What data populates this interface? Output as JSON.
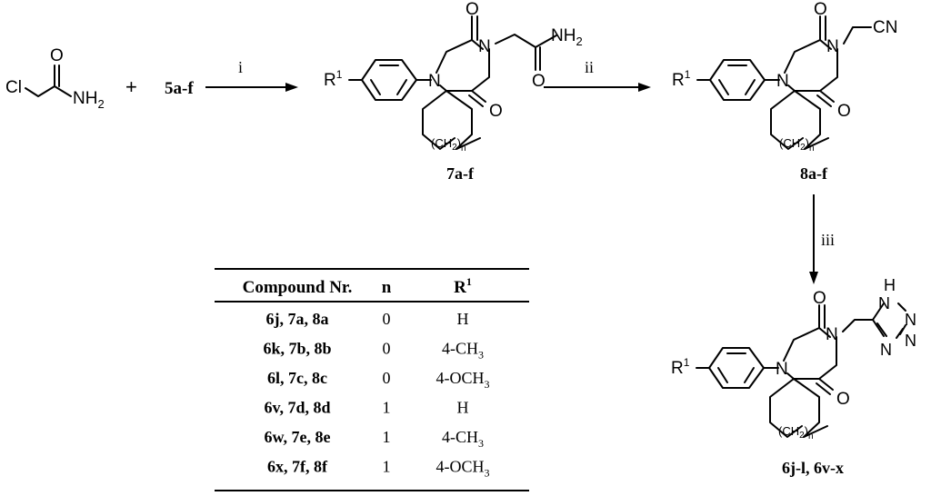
{
  "reactant": {
    "label": "5a-f",
    "plus": "+"
  },
  "atoms": {
    "cl": "Cl",
    "o": "O",
    "n": "N",
    "nh": "NH",
    "h": "H",
    "nh2_main": "NH",
    "sub2": "2",
    "r": "R",
    "sup1": "1",
    "ch2": "(CH",
    "close_n": ")",
    "n_sub": "n",
    "cn": "CN"
  },
  "steps": {
    "i": "i",
    "ii": "ii",
    "iii": "iii"
  },
  "compounds": {
    "c7": "7a-f",
    "c8": "8a-f",
    "c6": "6j-l, 6v-x"
  },
  "table": {
    "headers": {
      "compound": "Compound Nr.",
      "n": "n",
      "r_main": "R",
      "r_sup": "1"
    },
    "rows": [
      {
        "compound": "6j, 7a, 8a",
        "n": "0",
        "r_main": "H",
        "r_sub": ""
      },
      {
        "compound": "6k, 7b, 8b",
        "n": "0",
        "r_main": "4-CH",
        "r_sub": "3"
      },
      {
        "compound": "6l, 7c, 8c",
        "n": "0",
        "r_main": "4-OCH",
        "r_sub": "3"
      },
      {
        "compound": "6v, 7d, 8d",
        "n": "1",
        "r_main": "H",
        "r_sub": ""
      },
      {
        "compound": "6w, 7e, 8e",
        "n": "1",
        "r_main": "4-CH",
        "r_sub": "3"
      },
      {
        "compound": "6x, 7f, 8f",
        "n": "1",
        "r_main": "4-OCH",
        "r_sub": "3"
      }
    ]
  }
}
